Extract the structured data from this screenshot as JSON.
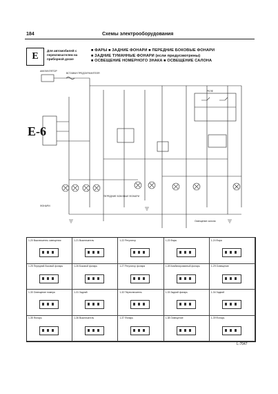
{
  "header": {
    "page_number": "184",
    "title": "Схемы электрооборудования"
  },
  "section": {
    "code": "E",
    "code_side": "E-6",
    "note": "Для автомобилей с переключателем на приборной доске",
    "headline": [
      "■ ФАРЫ ■ ЗАДНИЕ ФОНАРИ ■ ПЕРЕДНИЕ БОКОВЫЕ ФОНАРИ",
      "■ ЗАДНИЕ ТУМАННЫЕ ФОНАРИ (если предусмотрены)",
      "■ ОСВЕЩЕНИЕ НОМЕРНОГО ЗНАКА ■ ОСВЕЩЕНИЕ САЛОНА"
    ]
  },
  "diagram_labels": {
    "battery": "АККУМУЛЯТОР",
    "fuses": "ВСТАВКИ ПРЕДОХРАНИТЕЛЯ",
    "left_headlight": "ФОНАРИ",
    "side_lights": "ПЕРЕДНИЕ БОКОВЫЕ ФОНАРИ",
    "interior": "Освещение салона",
    "relay": "РЕЛЕ"
  },
  "connectors": [
    "1-20 Выключатель освещения",
    "1-21 Выключатель",
    "1-22 Регулятор",
    "1-23 Фары",
    "1-24 Фара",
    "1-25 Передний боковой фонарь",
    "1-26 Боковой фонарь",
    "1-27 Регулятор фонаря",
    "1-28 Комбинированный фонарь",
    "1-29 Освещение",
    "1-30 Освещение номера",
    "1-31 Задний",
    "1-32 Переключатель",
    "1-33 Задний фонарь",
    "1-34 Задний",
    "1-35 Фонарь",
    "1-36 Выключатель",
    "1-37 Фонарь",
    "1-38 Освещение",
    "1-39 Фонарь"
  ],
  "reference_code": "L-7047"
}
